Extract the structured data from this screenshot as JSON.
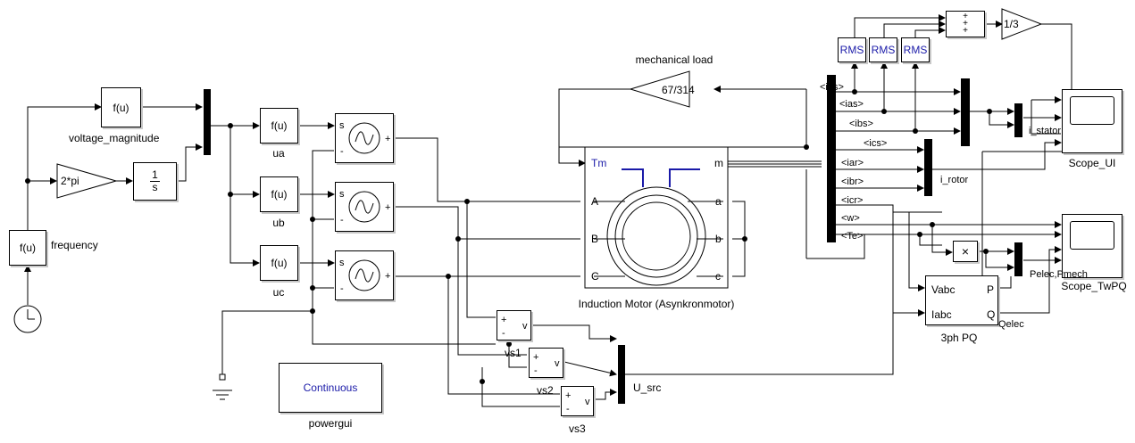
{
  "blocks": {
    "fu_top": "f(u)",
    "voltage_magnitude": "voltage_magnitude",
    "fu_freq": "f(u)",
    "frequency": "frequency",
    "gain_2pi": "2*pi",
    "integrator_num": "1",
    "integrator_den": "s",
    "fu_ua": "f(u)",
    "ua": "ua",
    "fu_ub": "f(u)",
    "ub": "ub",
    "fu_uc": "f(u)",
    "uc": "uc",
    "src_port_s": "s",
    "src_port_minus": "-",
    "src_port_plus": "+",
    "mechanical_load": "mechanical load",
    "gain_load": "67/314",
    "motor_title": "Induction Motor (Asynkronmotor)",
    "motor_tm": "Tm",
    "motor_m": "m",
    "motor_A": "A",
    "motor_B": "B",
    "motor_C": "C",
    "motor_a": "a",
    "motor_b": "b",
    "motor_c": "c",
    "vs1": "vs1",
    "vs2": "vs2",
    "vs3": "vs3",
    "vs_plus": "+",
    "vs_minus": "-",
    "vs_v": "v",
    "u_src": "U_src",
    "continuous": "Continuous",
    "powergui": "powergui",
    "rms1": "RMS",
    "rms2": "RMS",
    "rms3": "RMS",
    "sum_signs": "+\n+\n+",
    "gain_third": "1/3",
    "sig_ias_top": "<ias>",
    "sig_ias": "<ias>",
    "sig_ibs": "<ibs>",
    "sig_ics": "<ics>",
    "sig_iar": "<iar>",
    "sig_ibr": "<ibr>",
    "sig_icr": "<icr>",
    "sig_w": "<w>",
    "sig_te": "<Te>",
    "i_stator": "i_stator",
    "i_rotor": "i_rotor",
    "scope_ui": "Scope_UI",
    "scope_twpq": "Scope_TwPQ",
    "product": "×",
    "pelec_pmech": "Pelec,Pmech",
    "pq_vabc": "Vabc",
    "pq_iabc": "Iabc",
    "pq_p": "P",
    "pq_q": "Q",
    "qelec": "Qelec",
    "pq_title": "3ph PQ"
  },
  "colors": {
    "line": "#000000",
    "shadow": "#c8c8c8",
    "accent_blue": "#1a1aa8",
    "scope_screen": "#ffffff"
  }
}
